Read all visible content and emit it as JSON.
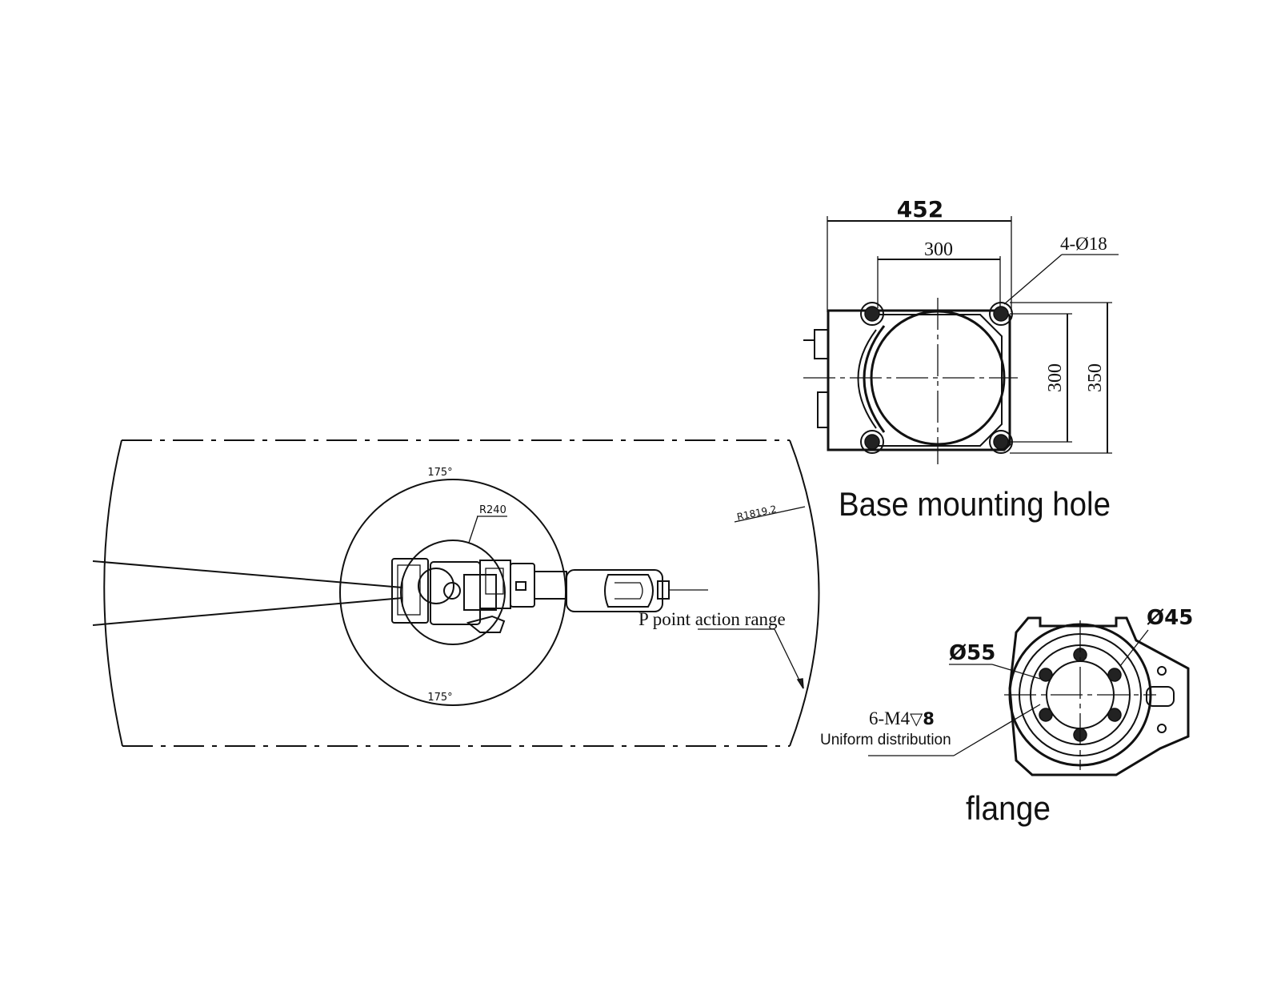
{
  "top_view": {
    "angle_top": "175°",
    "angle_bottom": "175°",
    "inner_radius": "R240",
    "outer_radius": "R1819.2",
    "range_label": "P point action range"
  },
  "base": {
    "width_overall": "452",
    "width_holes": "300",
    "hole_spec": "4-Ø18",
    "height_holes": "300",
    "height_overall": "350",
    "title": "Base mounting hole"
  },
  "flange": {
    "dia_outer": "Ø45",
    "dia_pcd": "Ø55",
    "thread_spec": "6-M4",
    "thread_depth": "▽8",
    "distribution": "Uniform distribution",
    "title": "flange"
  }
}
